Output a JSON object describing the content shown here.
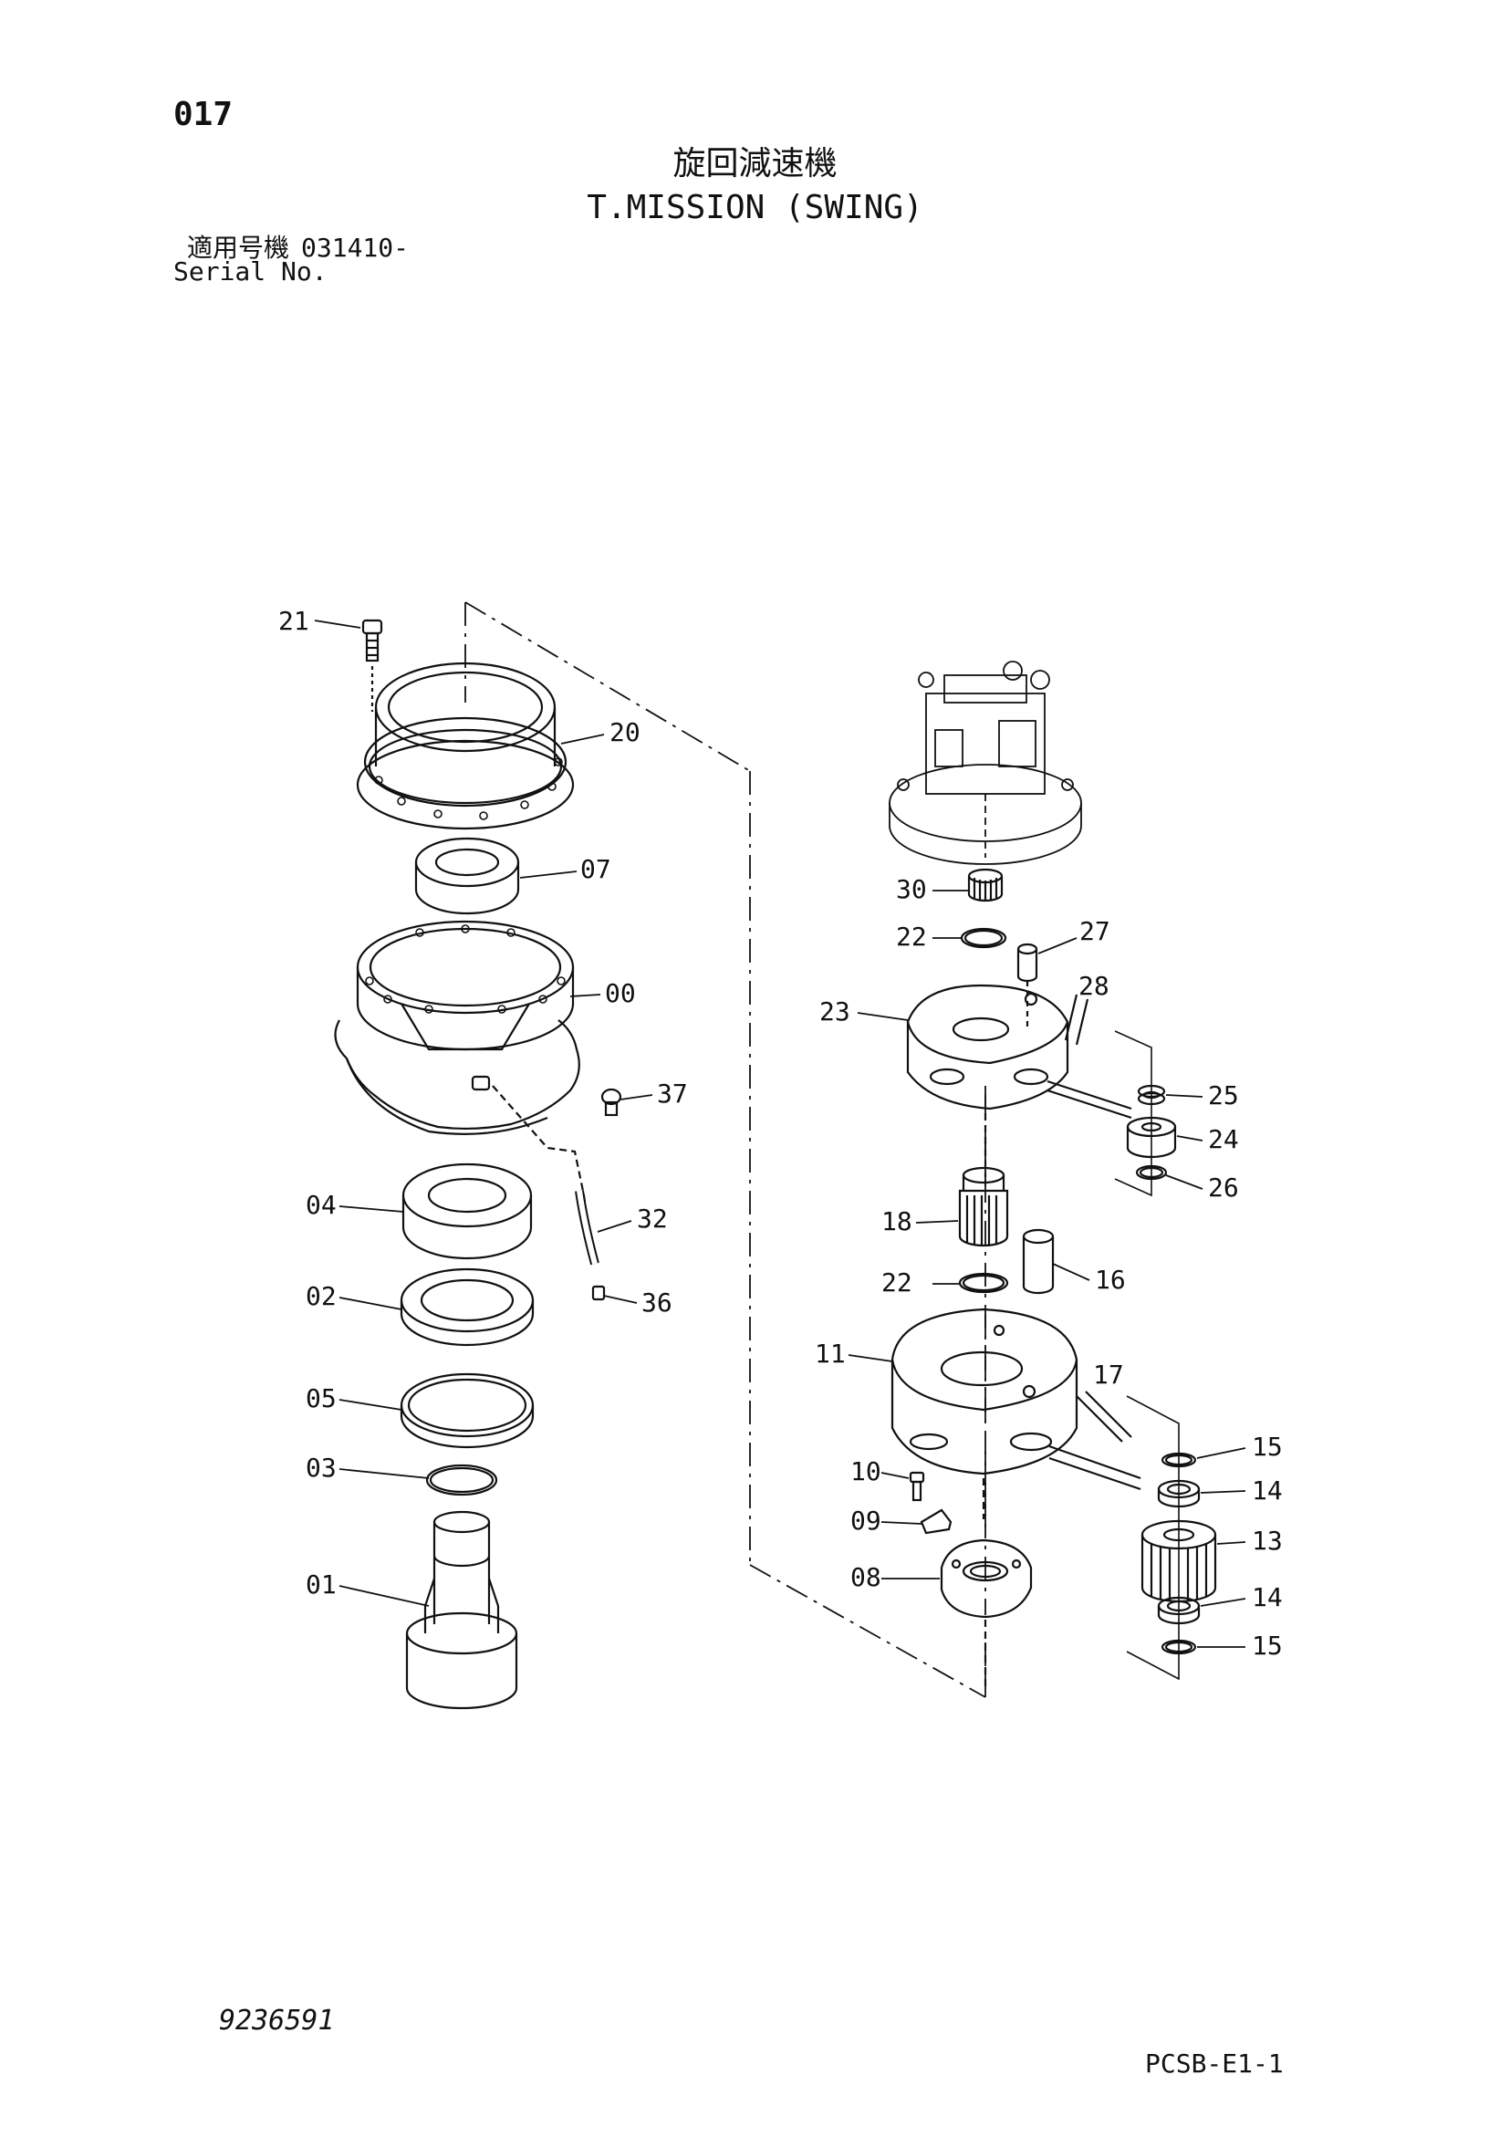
{
  "header": {
    "page_no": "017",
    "title_jp": "旋回減速機",
    "title_en": "T.MISSION (SWING)",
    "serial_label_jp": "適用号機",
    "serial_number": "031410-",
    "serial_label_en": "Serial No."
  },
  "footer": {
    "doc_code": "9236591",
    "ref_code": "PCSB-E1-1"
  },
  "callouts": {
    "c21": "21",
    "c20": "20",
    "c07": "07",
    "c00": "00",
    "c37": "37",
    "c04": "04",
    "c32": "32",
    "c02": "02",
    "c36": "36",
    "c05": "05",
    "c03": "03",
    "c01": "01",
    "c30": "30",
    "c22a": "22",
    "c27": "27",
    "c28": "28",
    "c23": "23",
    "c25": "25",
    "c24": "24",
    "c26": "26",
    "c18": "18",
    "c22b": "22",
    "c16": "16",
    "c11": "11",
    "c17": "17",
    "c15a": "15",
    "c10": "10",
    "c14a": "14",
    "c09": "09",
    "c13": "13",
    "c08": "08",
    "c14b": "14",
    "c15b": "15"
  }
}
